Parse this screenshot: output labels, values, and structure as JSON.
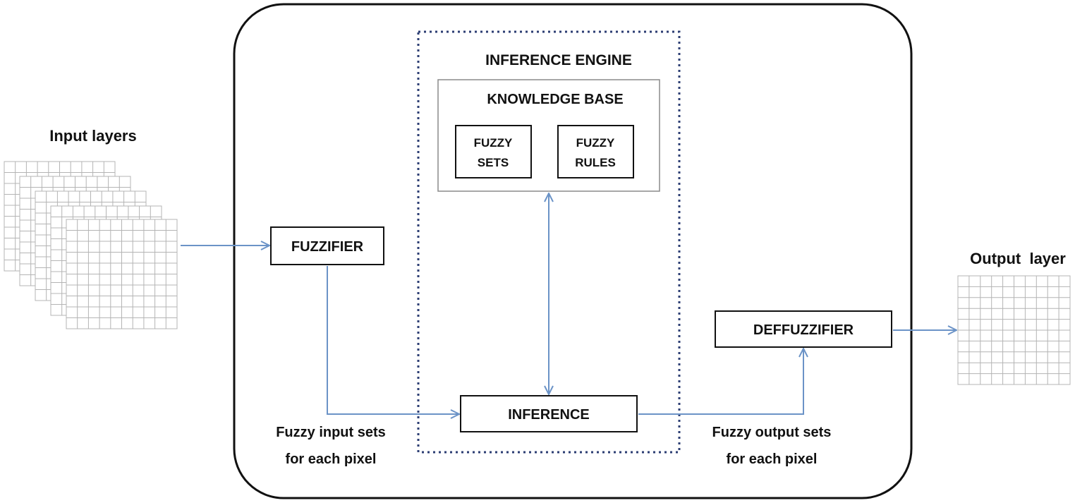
{
  "labels": {
    "input_layers": "Input layers",
    "output_layer": "Output  layer",
    "inference_engine": "INFERENCE ENGINE",
    "knowledge_base": "KNOWLEDGE BASE",
    "fuzzy_sets_line1": "FUZZY",
    "fuzzy_sets_line2": "SETS",
    "fuzzy_rules_line1": "FUZZY",
    "fuzzy_rules_line2": "RULES",
    "fuzzifier": "FUZZIFIER",
    "inference": "INFERENCE",
    "deffuzzifier": "DEFFUZZIFIER",
    "fuzzy_input_line1": "Fuzzy input sets",
    "fuzzy_input_line2": "for each pixel",
    "fuzzy_output_line1": "Fuzzy output sets",
    "fuzzy_output_line2": "for each pixel"
  },
  "colors": {
    "arrow": "#6b93c7",
    "dotted_border": "#2c3e73",
    "box_border": "#111111",
    "grid_line": "#b4b4b4",
    "kb_border": "#8a8a8a"
  }
}
